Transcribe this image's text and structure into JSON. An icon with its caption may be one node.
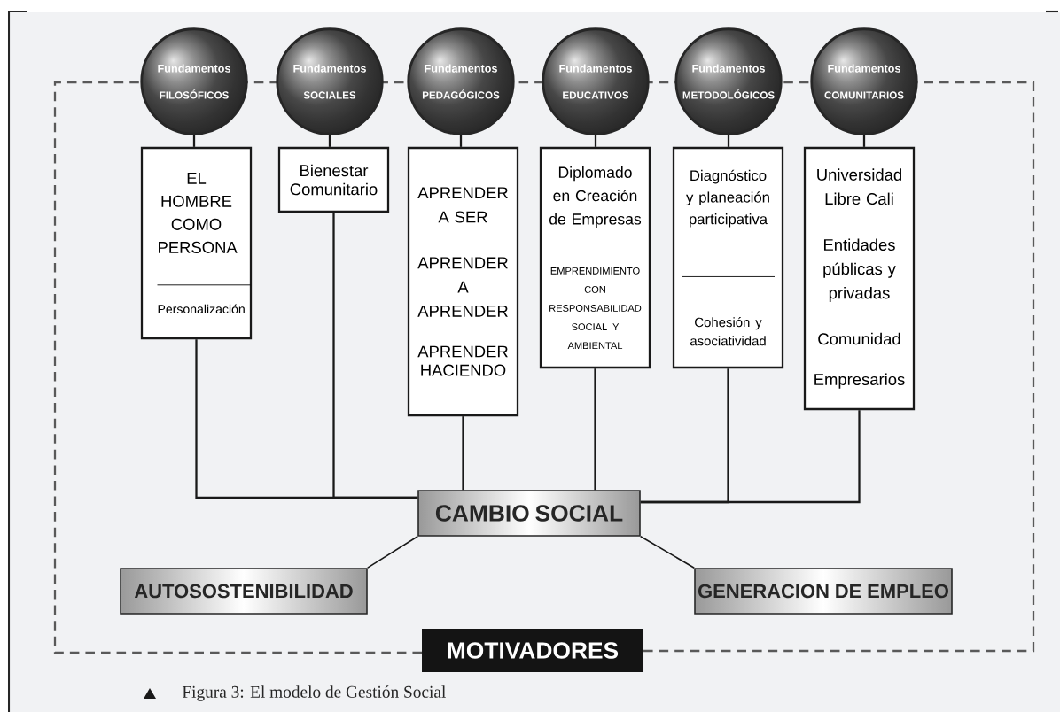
{
  "diagram": {
    "caption": "Figura 3: El modelo de Gestión Social",
    "nodes": [
      {
        "text": [
          "Fundamentos",
          "FILOSÓFICOS"
        ]
      },
      {
        "text": [
          "Fundamentos",
          "SOCIALES"
        ]
      },
      {
        "text": [
          "Fundamentos",
          "PEDAGÓGICOS"
        ]
      },
      {
        "text": [
          "Fundamentos",
          "EDUCATIVOS"
        ]
      },
      {
        "text": [
          "Fundamentos",
          "METODOLÓGICOS"
        ]
      },
      {
        "text": [
          "Fundamentos",
          "COMUNITARIOS"
        ]
      },
      {
        "text": [
          "EL HOMBRE COMO PERSONA",
          "Personalización"
        ]
      },
      {
        "text": [
          "Bienestar Comunitario"
        ]
      },
      {
        "text": [
          "APRENDER A SER",
          "APRENDER A APRENDER",
          "APRENDER HACIENDO"
        ]
      },
      {
        "text": [
          "Diplomado en Creación de Empresas",
          "EMPRENDIMIENTO CON RESPONSABILIDAD SOCIAL Y AMBIENTAL"
        ]
      },
      {
        "text": [
          "Diagnóstico y planeación participativa",
          "Cohesión y asociatividad"
        ]
      },
      {
        "text": [
          "Universidad Libre Cali",
          "Entidades públicas y privadas",
          "Comunidad",
          "Empresarios"
        ]
      },
      {
        "text": [
          "CAMBIO SOCIAL"
        ]
      },
      {
        "text": [
          "AUTOSOSTENIBILIDAD"
        ]
      },
      {
        "text": [
          "GENERACION DE EMPLEO"
        ]
      },
      {
        "text": [
          "MOTIVADORES"
        ]
      }
    ],
    "edges": [
      {
        "from": 0,
        "to": 6,
        "arrow": "none"
      },
      {
        "from": 1,
        "to": 7,
        "arrow": "none"
      },
      {
        "from": 2,
        "to": 8,
        "arrow": "none"
      },
      {
        "from": 3,
        "to": 9,
        "arrow": "none"
      },
      {
        "from": 4,
        "to": 10,
        "arrow": "none"
      },
      {
        "from": 5,
        "to": 11,
        "arrow": "none"
      },
      {
        "from": 6,
        "to": 12,
        "arrow": "none"
      },
      {
        "from": 7,
        "to": 12,
        "arrow": "none"
      },
      {
        "from": 8,
        "to": 12,
        "arrow": "none"
      },
      {
        "from": 9,
        "to": 12,
        "arrow": "none"
      },
      {
        "from": 10,
        "to": 12,
        "arrow": "none"
      },
      {
        "from": 11,
        "to": 12,
        "arrow": "none"
      },
      {
        "from": 12,
        "to": 13,
        "arrow": "none"
      },
      {
        "from": 12,
        "to": 14,
        "arrow": "none"
      }
    ]
  }
}
